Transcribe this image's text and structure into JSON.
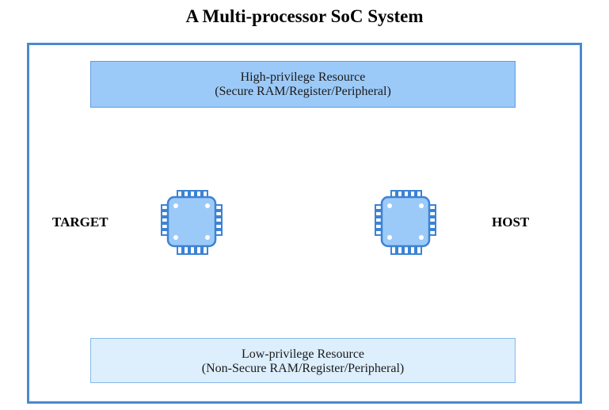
{
  "title": "A Multi-processor SoC System",
  "high_resource": {
    "line1": "High-privilege Resource",
    "line2": "(Secure RAM/Register/Peripheral)"
  },
  "low_resource": {
    "line1": "Low-privilege Resource",
    "line2": "(Non-Secure RAM/Register/Peripheral)"
  },
  "labels": {
    "target": "TARGET",
    "host": "HOST"
  },
  "icons": {
    "left_processor": "processor-chip-icon",
    "right_processor": "processor-chip-icon"
  },
  "colors": {
    "frame_border": "#4a8ad0",
    "high_fill": "#9ccaf8",
    "low_fill": "#ddeefd",
    "chip_fill": "#9ccaf8",
    "chip_stroke": "#3c83d4"
  }
}
